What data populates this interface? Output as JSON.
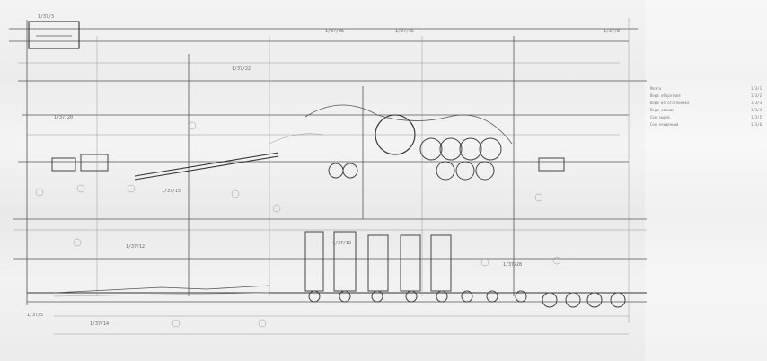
{
  "sheet": {
    "note_top_left": "1/37/3",
    "note_top_right": "1/37/8"
  },
  "legend": {
    "items": [
      {
        "name": "Мезга",
        "code": "1/3/1"
      },
      {
        "name": "Вода оборотная",
        "code": "1/3/2"
      },
      {
        "name": "Вода из отстойника",
        "code": "1/3/3"
      },
      {
        "name": "Вода свежая",
        "code": "1/3/4"
      },
      {
        "name": "Сок сырой",
        "code": "1/3/5"
      },
      {
        "name": "Сок очищенный",
        "code": "1/3/6"
      }
    ]
  },
  "labels": {
    "l1": "1/37/36",
    "l2": "1/37/35",
    "l3": "1/37/22",
    "l4": "1/37/20",
    "l5": "1/37/15",
    "l6": "1/37/12",
    "l7": "1/37/18",
    "l8": "1/37/28",
    "l9": "1/37/14",
    "l10": "1/37/5"
  }
}
